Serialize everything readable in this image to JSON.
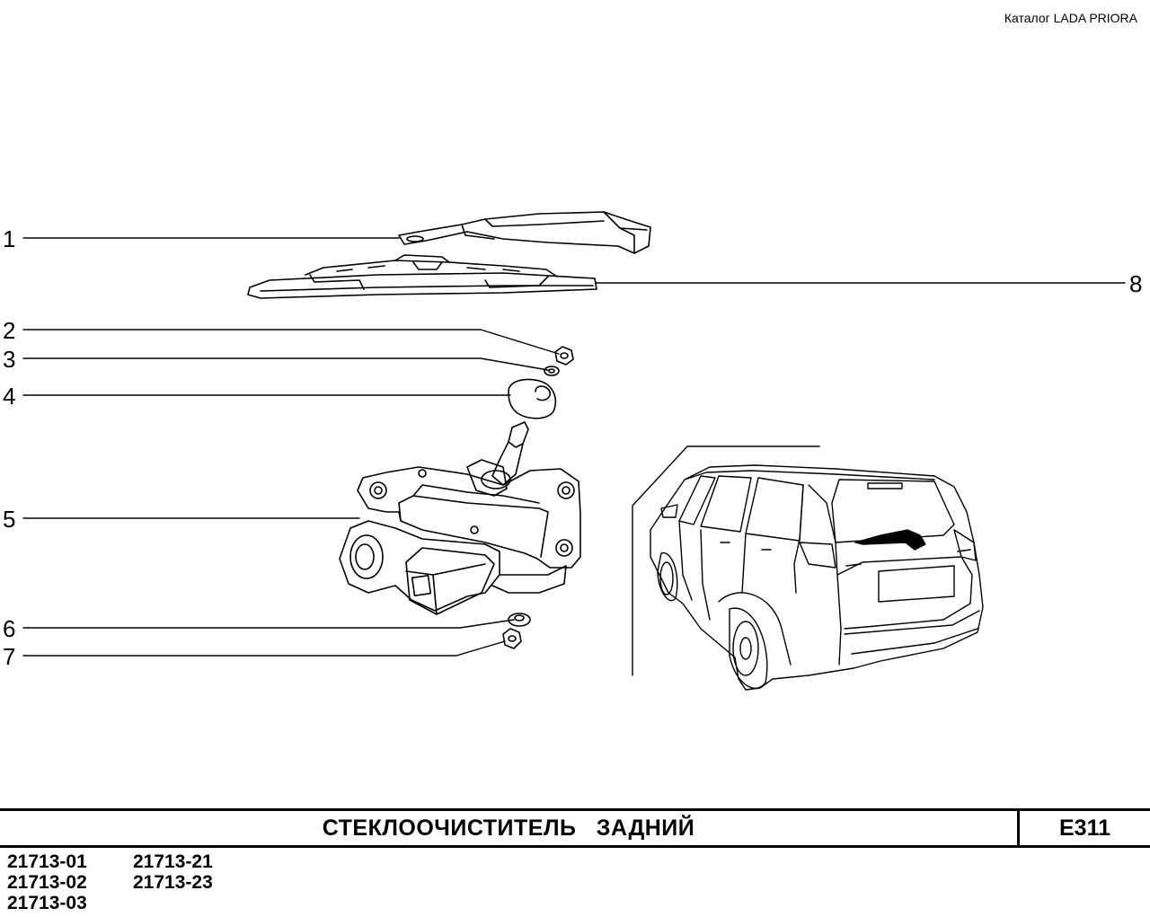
{
  "header": {
    "catalog_label": "Каталог  LADA  PRIORA"
  },
  "callouts": [
    "1",
    "2",
    "3",
    "4",
    "5",
    "6",
    "7",
    "8"
  ],
  "title_block": {
    "name": "СТЕКЛООЧИСТИТЕЛЬ   ЗАДНИЙ",
    "code": "E311"
  },
  "models": {
    "row1": [
      "21713-01",
      "21713-21"
    ],
    "row2": [
      "21713-02",
      "21713-23"
    ],
    "row3": [
      "21713-03"
    ]
  }
}
